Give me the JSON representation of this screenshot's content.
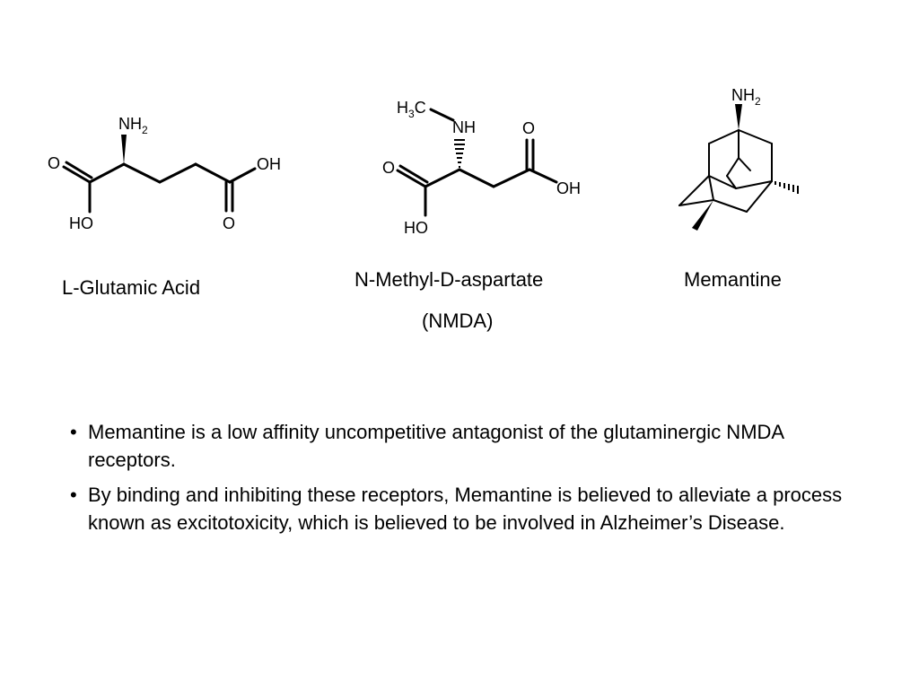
{
  "molecules": {
    "glutamic": {
      "name": "L-Glutamic Acid",
      "atoms": {
        "amine": "NH",
        "amine_sub": "2",
        "o_left": "O",
        "ho": "HO",
        "oh": "OH",
        "o_right": "O"
      }
    },
    "nmda": {
      "name_line1": "N-Methyl-D-aspartate",
      "name_line2": "(NMDA)",
      "atoms": {
        "methyl_h": "H",
        "methyl_sub": "3",
        "methyl_c": "C",
        "nh": "NH",
        "o_left": "O",
        "ho": "HO",
        "o_right": "O",
        "oh": "OH"
      }
    },
    "memantine": {
      "name": "Memantine",
      "atoms": {
        "amine": "NH",
        "amine_sub": "2"
      }
    }
  },
  "bullets": [
    {
      "marker": "•",
      "text": "Memantine is a low affinity uncompetitive antagonist of the glutaminergic NMDA receptors."
    },
    {
      "marker": "•",
      "text": "By binding and inhibiting these receptors, Memantine is believed to alleviate a process known as excitotoxicity, which is believed to be involved in Alzheimer’s Disease."
    }
  ]
}
